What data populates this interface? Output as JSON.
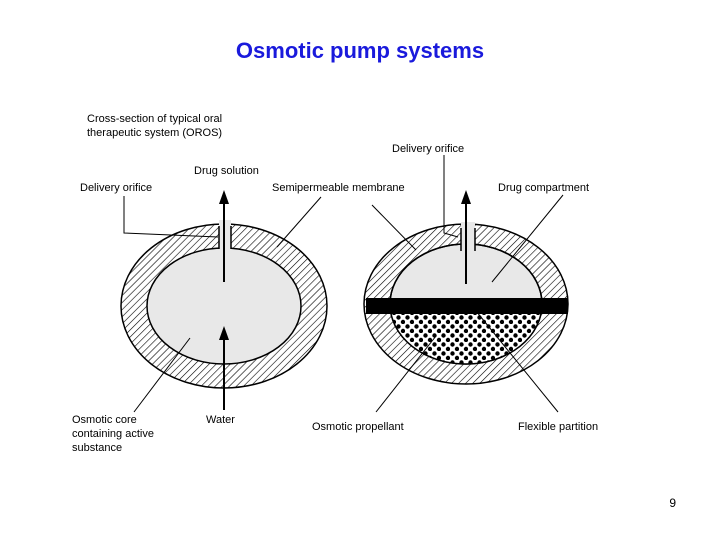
{
  "slide": {
    "title": "Osmotic pump systems",
    "page_number": "9"
  },
  "labels": {
    "oros_caption": "Cross-section of typical oral therapeutic system (OROS)",
    "drug_solution": "Drug solution",
    "delivery_orifice_left": "Delivery orifice",
    "semipermeable_membrane": "Semipermeable membrane",
    "delivery_orifice_right": "Delivery orifice",
    "drug_compartment": "Drug compartment",
    "osmotic_core": "Osmotic core containing active substance",
    "water": "Water",
    "osmotic_propellant": "Osmotic propellant",
    "flexible_partition": "Flexible partition"
  }
}
